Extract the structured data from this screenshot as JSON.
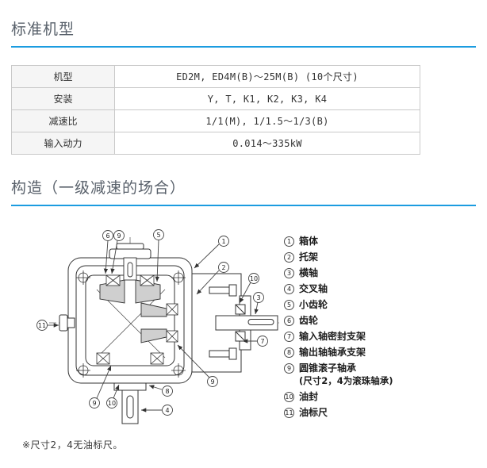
{
  "page": {
    "section1_title": "标准机型",
    "section2_title": "构造（一级减速的场合）",
    "accent_color": "#1b9ce0"
  },
  "spec_table": {
    "rows": [
      {
        "label": "机型",
        "value": "ED2M, ED4M(B)～25M(B) (10个尺寸)"
      },
      {
        "label": "安装",
        "value": "Y, T, K1, K2, K3, K4"
      },
      {
        "label": "减速比",
        "value": "1/1(M), 1/1.5～1/3(B)"
      },
      {
        "label": "输入动力",
        "value": "0.014～335kW"
      }
    ]
  },
  "legend": {
    "items": [
      {
        "num": "1",
        "label": "箱体"
      },
      {
        "num": "2",
        "label": "托架"
      },
      {
        "num": "3",
        "label": "横轴"
      },
      {
        "num": "4",
        "label": "交叉轴"
      },
      {
        "num": "5",
        "label": "小齿轮"
      },
      {
        "num": "6",
        "label": "齿轮"
      },
      {
        "num": "7",
        "label": "输入轴密封支架"
      },
      {
        "num": "8",
        "label": "输出轴轴承支架"
      },
      {
        "num": "9",
        "label": "圆锥滚子轴承",
        "sub": "(尺寸2，4为滚珠轴承)"
      },
      {
        "num": "10",
        "label": "油封"
      },
      {
        "num": "11",
        "label": "油标尺"
      }
    ]
  },
  "diagram": {
    "callouts": [
      {
        "n": "6"
      },
      {
        "n": "9"
      },
      {
        "n": "5"
      },
      {
        "n": "1"
      },
      {
        "n": "2"
      },
      {
        "n": "10"
      },
      {
        "n": "3"
      },
      {
        "n": "11"
      },
      {
        "n": "7"
      },
      {
        "n": "9"
      },
      {
        "n": "8"
      },
      {
        "n": "9"
      },
      {
        "n": "10"
      },
      {
        "n": "4"
      }
    ]
  },
  "footnote": "※尺寸2，4无油标尺。"
}
